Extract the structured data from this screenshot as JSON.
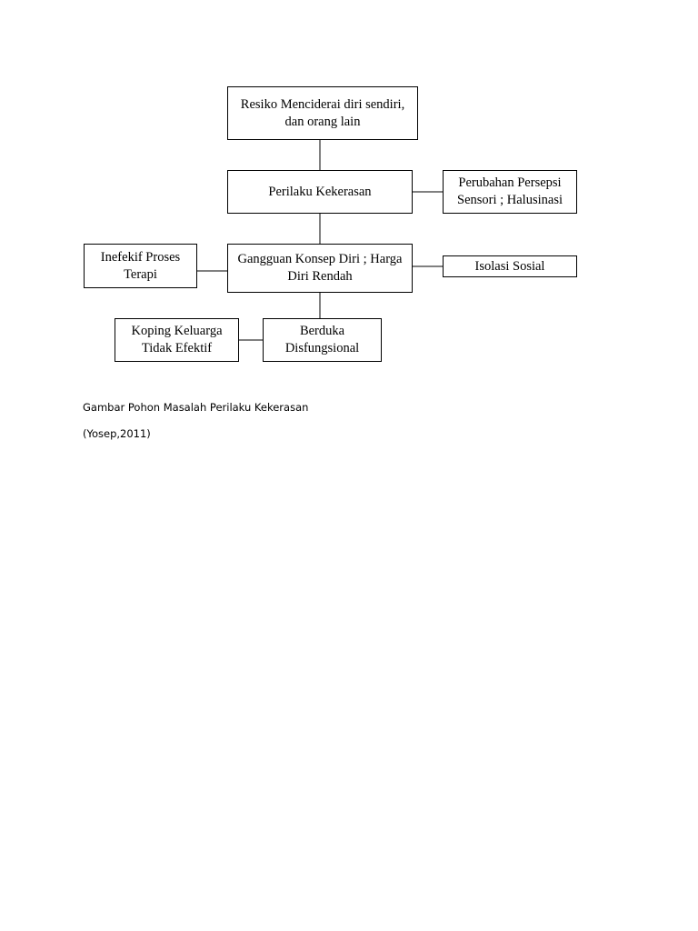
{
  "diagram": {
    "nodes": {
      "resiko": {
        "lines": [
          "Resiko Menciderai diri sendiri,",
          "dan orang lain"
        ]
      },
      "perilaku": {
        "lines": [
          "Perilaku Kekerasan"
        ]
      },
      "perubahan": {
        "lines": [
          "Perubahan Persepsi",
          "Sensori ; Halusinasi"
        ]
      },
      "gangguan": {
        "lines": [
          "Gangguan Konsep Diri ; Harga",
          "Diri Rendah"
        ]
      },
      "inefekif": {
        "lines": [
          "Inefekif Proses",
          "Terapi"
        ]
      },
      "isolasi": {
        "lines": [
          "Isolasi Sosial"
        ]
      },
      "koping": {
        "lines": [
          "Koping Keluarga",
          "Tidak Efektif"
        ]
      },
      "berduka": {
        "lines": [
          "Berduka",
          "Disfungsional"
        ]
      }
    },
    "edges": [
      [
        "resiko",
        "perilaku"
      ],
      [
        "perilaku",
        "perubahan"
      ],
      [
        "perilaku",
        "gangguan"
      ],
      [
        "gangguan",
        "inefekif"
      ],
      [
        "gangguan",
        "isolasi"
      ],
      [
        "gangguan",
        "berduka"
      ],
      [
        "berduka",
        "koping"
      ]
    ]
  },
  "caption": {
    "title": "Gambar Pohon Masalah Perilaku Kekerasan",
    "source": "(Yosep,2011)"
  }
}
